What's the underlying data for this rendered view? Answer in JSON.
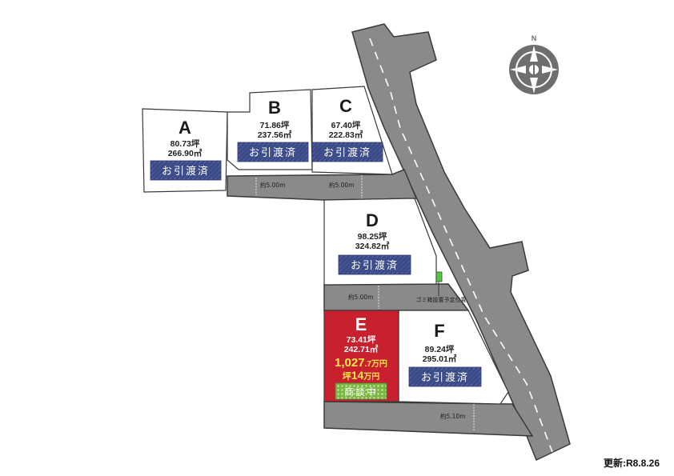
{
  "lots": {
    "A": {
      "letter": "A",
      "tsubo": "80.73坪",
      "sqm": "266.90㎡",
      "status": "お引渡済"
    },
    "B": {
      "letter": "B",
      "tsubo": "71.86坪",
      "sqm": "237.56㎡",
      "status": "お引渡済"
    },
    "C": {
      "letter": "C",
      "tsubo": "67.40坪",
      "sqm": "222.83㎡",
      "status": "お引渡済"
    },
    "D": {
      "letter": "D",
      "tsubo": "98.25坪",
      "sqm": "324.82㎡",
      "status": "お引渡済"
    },
    "E": {
      "letter": "E",
      "tsubo": "73.41坪",
      "sqm": "242.71㎡",
      "price_main": "1,027",
      "price_unit": ".7万円",
      "per_tsubo_prefix": "坪",
      "per_tsubo_value": "14",
      "per_tsubo_unit": "万円",
      "status": "商談中"
    },
    "F": {
      "letter": "F",
      "tsubo": "89.24坪",
      "sqm": "295.01㎡",
      "status": "お引渡済"
    }
  },
  "dimensions": {
    "road1_left": "約5.00m",
    "road1_right": "約5.00m",
    "road2": "約5.00m",
    "road3": "約5.10m"
  },
  "garbage_label": "ゴミ箱設置予定位置",
  "compass_letter": "N",
  "updated": "更新:R8.8.26",
  "colors": {
    "road": "#8a8a8a",
    "road_edge": "#3a3a3a",
    "sold_badge": "#3b4a87",
    "lot_e": "#c8202f",
    "negotiating_badge": "#7ab648",
    "price_text": "#ffe84a"
  }
}
